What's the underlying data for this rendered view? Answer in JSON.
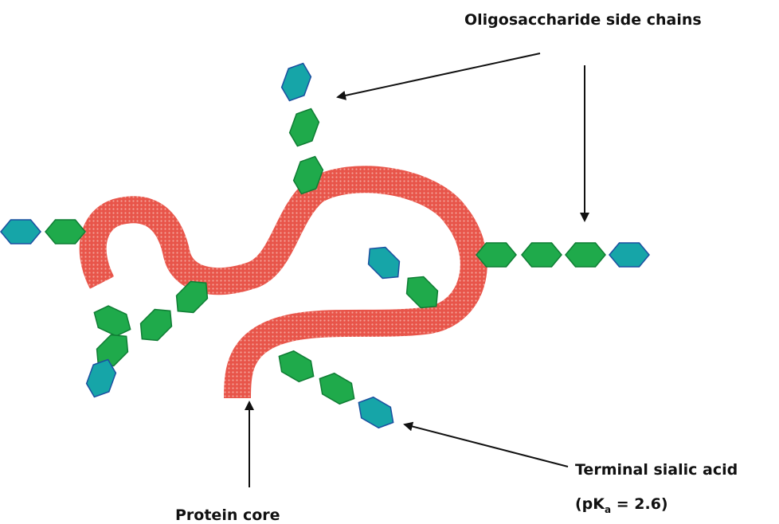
{
  "labels": {
    "oligosaccharide": "Oligosaccharide side chains",
    "sialic": "Terminal sialic acid",
    "pka_prefix": "(pK",
    "pka_sub": "a",
    "pka_suffix": " = 2.6)",
    "protein_core": "Protein core"
  },
  "colors": {
    "protein": "#e8554a",
    "protein_dot": "#f4a49a",
    "sugar_green": "#1faa4b",
    "sugar_green_edge": "#0f7d34",
    "sialic_teal": "#16a5a8",
    "sialic_edge": "#1b4fa0",
    "arrow": "#111111"
  }
}
